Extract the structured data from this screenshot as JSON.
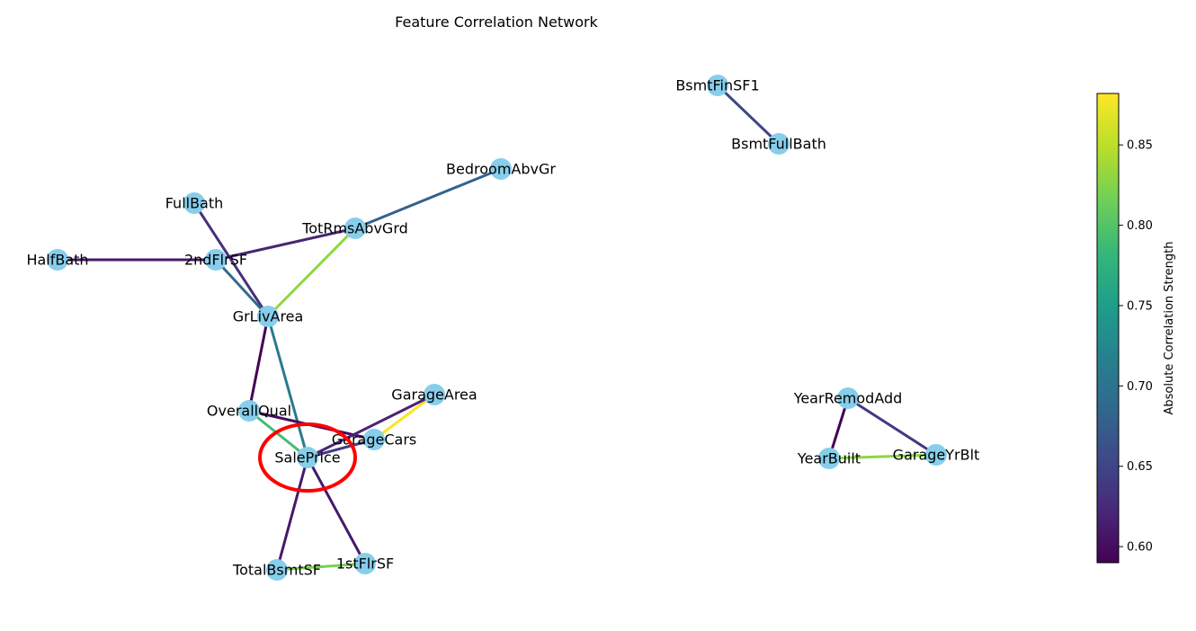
{
  "title": "Feature Correlation Network",
  "colorbar": {
    "label": "Absolute Correlation Strength",
    "min": 0.59,
    "max": 0.882,
    "ticks": [
      "0.60",
      "0.65",
      "0.70",
      "0.75",
      "0.80",
      "0.85"
    ],
    "tick_values": [
      0.6,
      0.65,
      0.7,
      0.75,
      0.8,
      0.85
    ],
    "colormap": "viridis"
  },
  "node_color": "#87ceeb",
  "highlight_color": "#ff0000",
  "highlight_node": "SalePrice",
  "nodes": [
    "BsmtFinSF1",
    "BsmtFullBath",
    "BedroomAbvGr",
    "FullBath",
    "TotRmsAbvGrd",
    "HalfBath",
    "2ndFlrSF",
    "GrLivArea",
    "GarageArea",
    "OverallQual",
    "GarageCars",
    "SalePrice",
    "TotalBsmtSF",
    "1stFlrSF",
    "YearRemodAdd",
    "YearBuilt",
    "GarageYrBlt"
  ],
  "edges": [
    {
      "source": "BsmtFinSF1",
      "target": "BsmtFullBath",
      "weight": 0.65
    },
    {
      "source": "BedroomAbvGr",
      "target": "TotRmsAbvGrd",
      "weight": 0.68
    },
    {
      "source": "FullBath",
      "target": "GrLivArea",
      "weight": 0.63
    },
    {
      "source": "HalfBath",
      "target": "2ndFlrSF",
      "weight": 0.61
    },
    {
      "source": "2ndFlrSF",
      "target": "TotRmsAbvGrd",
      "weight": 0.62
    },
    {
      "source": "2ndFlrSF",
      "target": "GrLivArea",
      "weight": 0.69
    },
    {
      "source": "TotRmsAbvGrd",
      "target": "GrLivArea",
      "weight": 0.83
    },
    {
      "source": "GrLivArea",
      "target": "OverallQual",
      "weight": 0.59
    },
    {
      "source": "GrLivArea",
      "target": "SalePrice",
      "weight": 0.71
    },
    {
      "source": "OverallQual",
      "target": "SalePrice",
      "weight": 0.79
    },
    {
      "source": "OverallQual",
      "target": "GarageCars",
      "weight": 0.6
    },
    {
      "source": "GarageArea",
      "target": "GarageCars",
      "weight": 0.88
    },
    {
      "source": "GarageArea",
      "target": "SalePrice",
      "weight": 0.62
    },
    {
      "source": "GarageCars",
      "target": "SalePrice",
      "weight": 0.64
    },
    {
      "source": "SalePrice",
      "target": "TotalBsmtSF",
      "weight": 0.61
    },
    {
      "source": "SalePrice",
      "target": "1stFlrSF",
      "weight": 0.61
    },
    {
      "source": "TotalBsmtSF",
      "target": "1stFlrSF",
      "weight": 0.82
    },
    {
      "source": "YearRemodAdd",
      "target": "YearBuilt",
      "weight": 0.59
    },
    {
      "source": "YearRemodAdd",
      "target": "GarageYrBlt",
      "weight": 0.64
    },
    {
      "source": "YearBuilt",
      "target": "GarageYrBlt",
      "weight": 0.83
    }
  ]
}
